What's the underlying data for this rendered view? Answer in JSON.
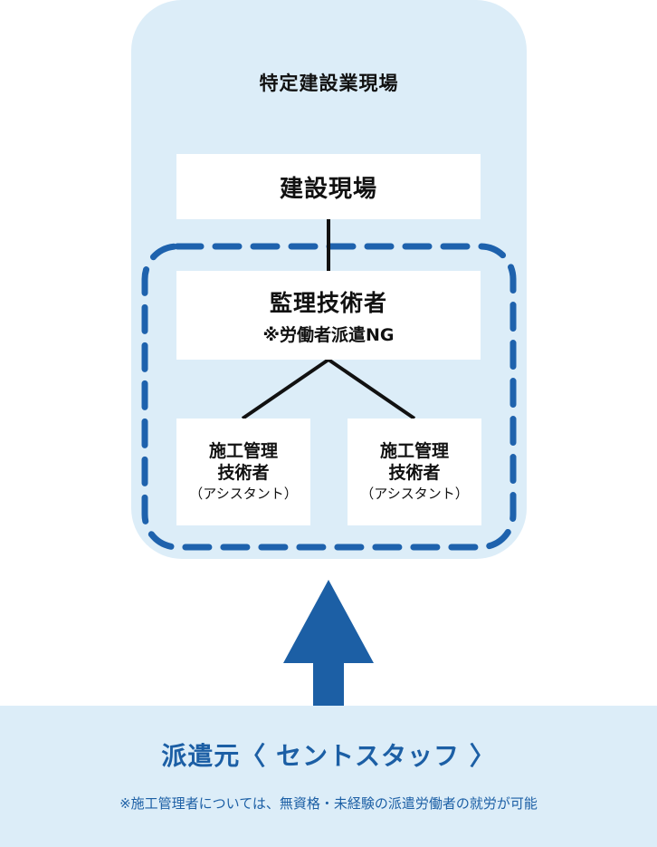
{
  "site": {
    "title": "特定建設業現場"
  },
  "construction_site": {
    "label": "建設現場"
  },
  "supervising_engineer": {
    "label": "監理技術者",
    "note": "※労働者派遣NG"
  },
  "assistants": [
    {
      "line1": "施工管理",
      "line2": "技術者",
      "line3": "（アシスタント）"
    },
    {
      "line1": "施工管理",
      "line2": "技術者",
      "line3": "（アシスタント）"
    }
  ],
  "dispatch_source": {
    "title": "派遣元〈 セントスタッフ 〉",
    "note": "※施工管理者については、無資格・未経験の派遣労働者の就労が可能"
  },
  "colors": {
    "panel": "#dcedf8",
    "accent": "#1c5fa5",
    "dashed_border": "#1e62ad",
    "connector": "#111111"
  }
}
